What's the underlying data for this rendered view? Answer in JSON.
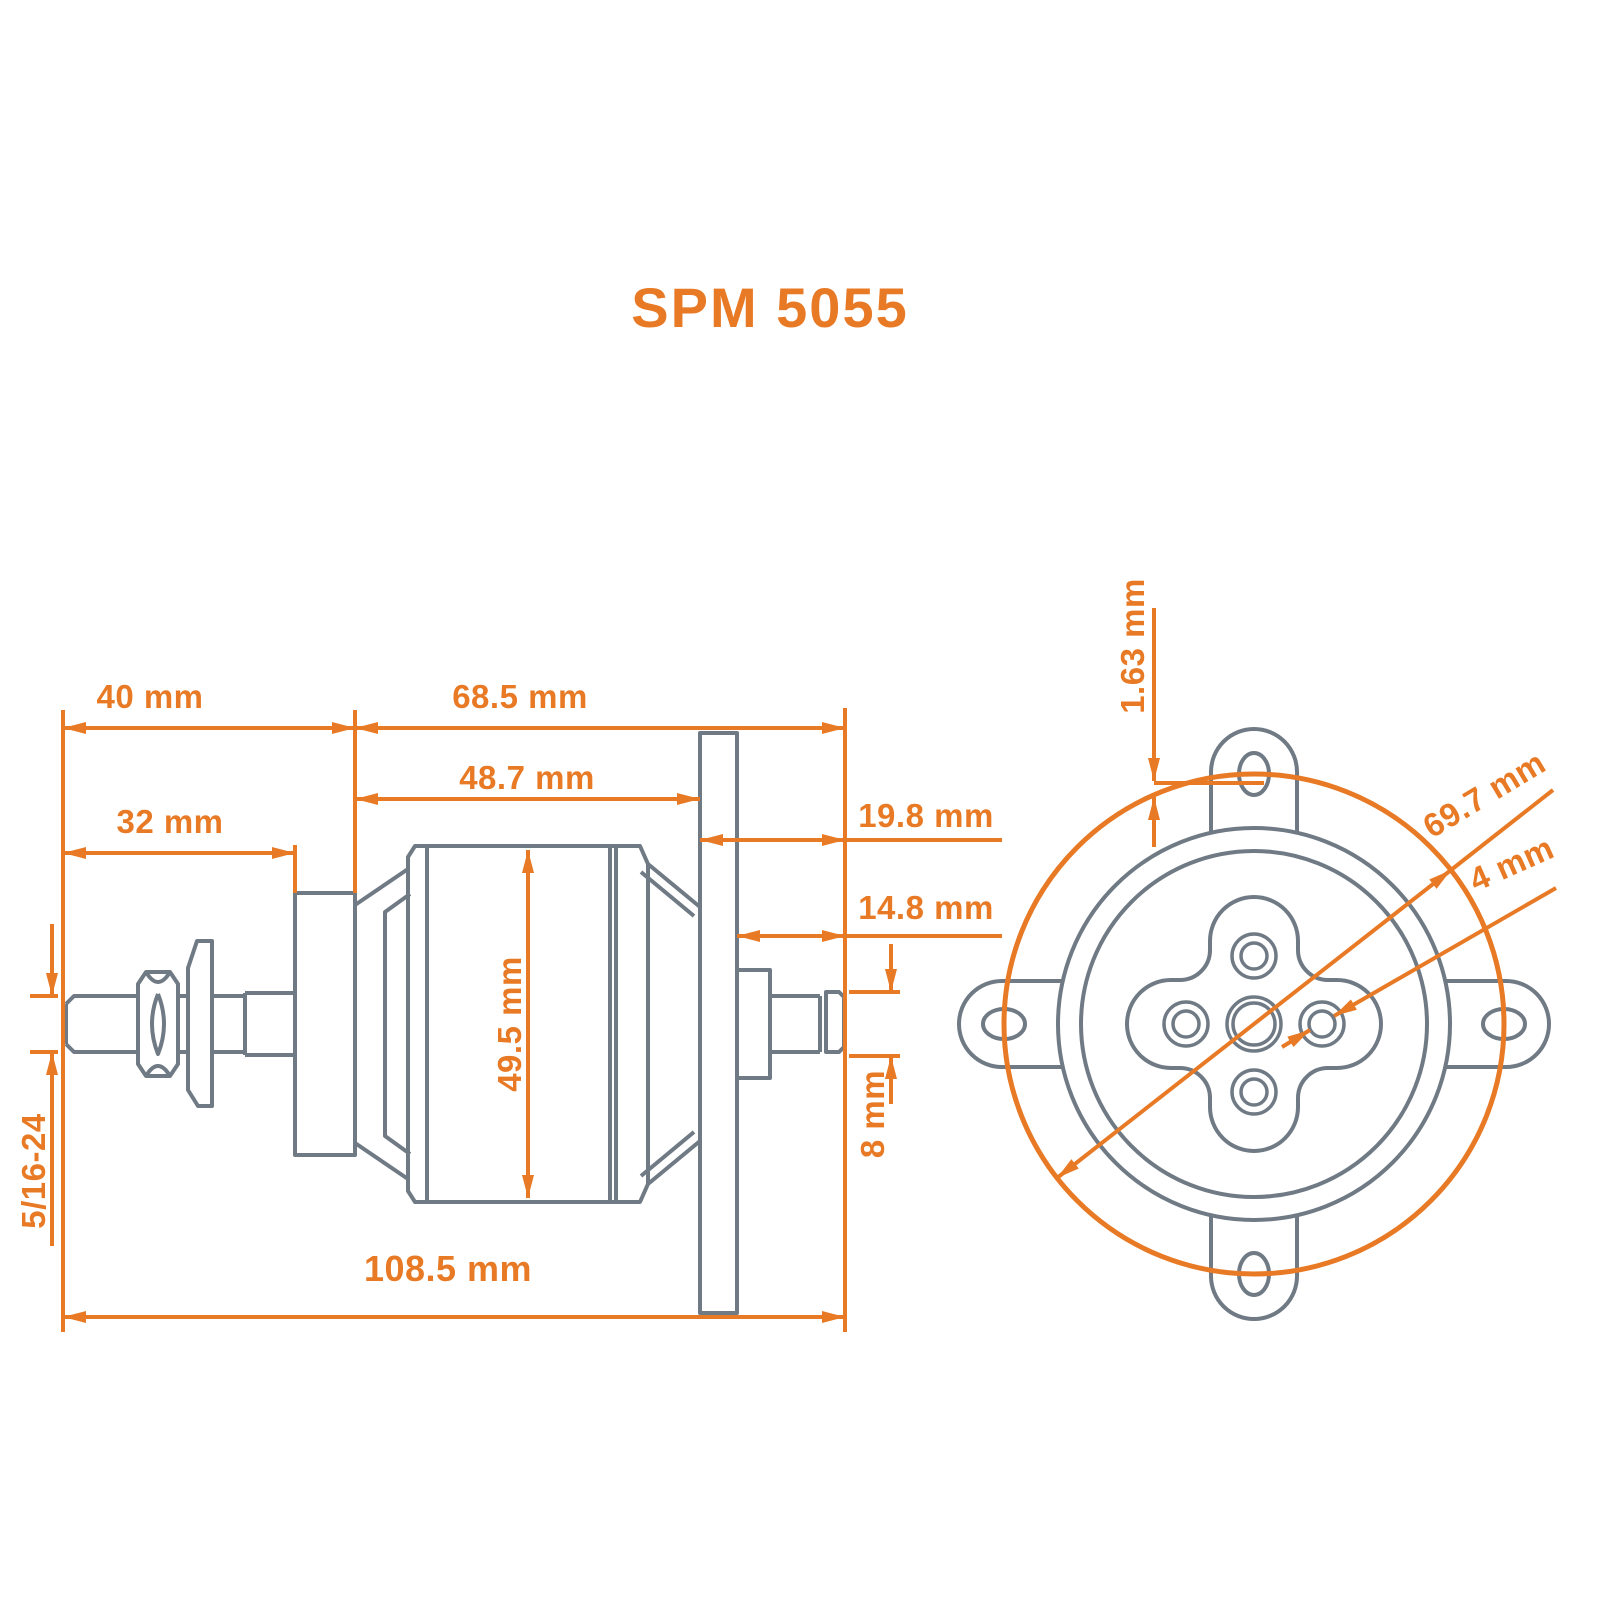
{
  "title": "SPM 5055",
  "colors": {
    "accent": "#E87A26",
    "line": "#6F7A85",
    "background": "#FFFFFF"
  },
  "side_view": {
    "description": "Side profile view of outrunner brushless motor with shaft, hex nut, prop washer, collar, bell and cross-mount plate",
    "dimensions": {
      "front_shaft_length": "40 mm",
      "case_to_rear_shaft_end": "68.5 mm",
      "case_length": "48.7 mm",
      "exposed_shaft_length": "32 mm",
      "mount_face_to_shaft_end": "19.8 mm",
      "hub_to_shaft_end": "14.8 mm",
      "case_diameter": "49.5 mm",
      "rear_shaft_diameter": "8 mm",
      "shaft_thread": "5/16-24",
      "overall_length": "108.5 mm"
    }
  },
  "front_view": {
    "description": "Rear face view of motor with X-mount, four mounting lugs and bolt circle",
    "dimensions": {
      "lug_hole_offset": "1.63 mm",
      "bolt_circle_diameter": "69.7 mm",
      "mount_screw_hole_diameter": "4 mm"
    }
  }
}
